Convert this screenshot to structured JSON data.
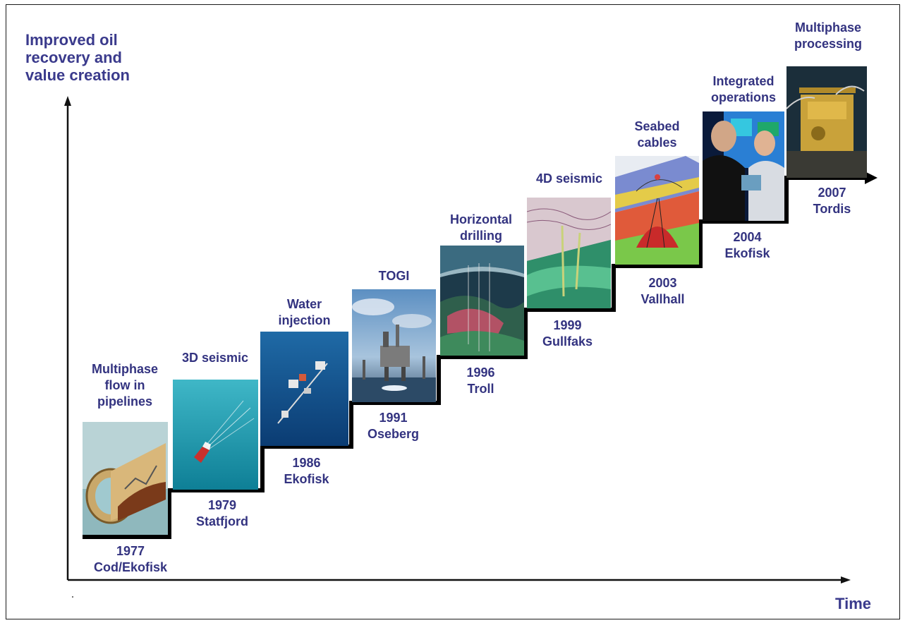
{
  "axes": {
    "y_label": "Improved oil recovery and value creation",
    "x_label": "Time"
  },
  "milestones": [
    {
      "technology": "Multiphase flow in pipelines",
      "year": "1977",
      "field": "Cod/Ekofisk",
      "image": "pipeline-pig-photo"
    },
    {
      "technology": "3D seismic",
      "year": "1979",
      "field": "Statfjord",
      "image": "seismic-vessel-photo"
    },
    {
      "technology": "Water injection",
      "year": "1986",
      "field": "Ekofisk",
      "image": "platform-aerial-photo"
    },
    {
      "technology": "TOGI",
      "year": "1991",
      "field": "Oseberg",
      "image": "offshore-rig-photo"
    },
    {
      "technology": "Horizontal drilling",
      "year": "1996",
      "field": "Troll",
      "image": "reservoir-model-photo"
    },
    {
      "technology": "4D seismic",
      "year": "1999",
      "field": "Gullfaks",
      "image": "4d-seismic-visualization"
    },
    {
      "technology": "Seabed cables",
      "year": "2003",
      "field": "Vallhall",
      "image": "seabed-cable-visualization"
    },
    {
      "technology": "Integrated operations",
      "year": "2004",
      "field": "Ekofisk",
      "image": "control-room-photo"
    },
    {
      "technology": "Multiphase processing",
      "year": "2007",
      "field": "Tordis",
      "image": "subsea-module-photo"
    }
  ],
  "colors": {
    "text": "#333380",
    "axis": "#111111",
    "staircase": "#000000"
  }
}
